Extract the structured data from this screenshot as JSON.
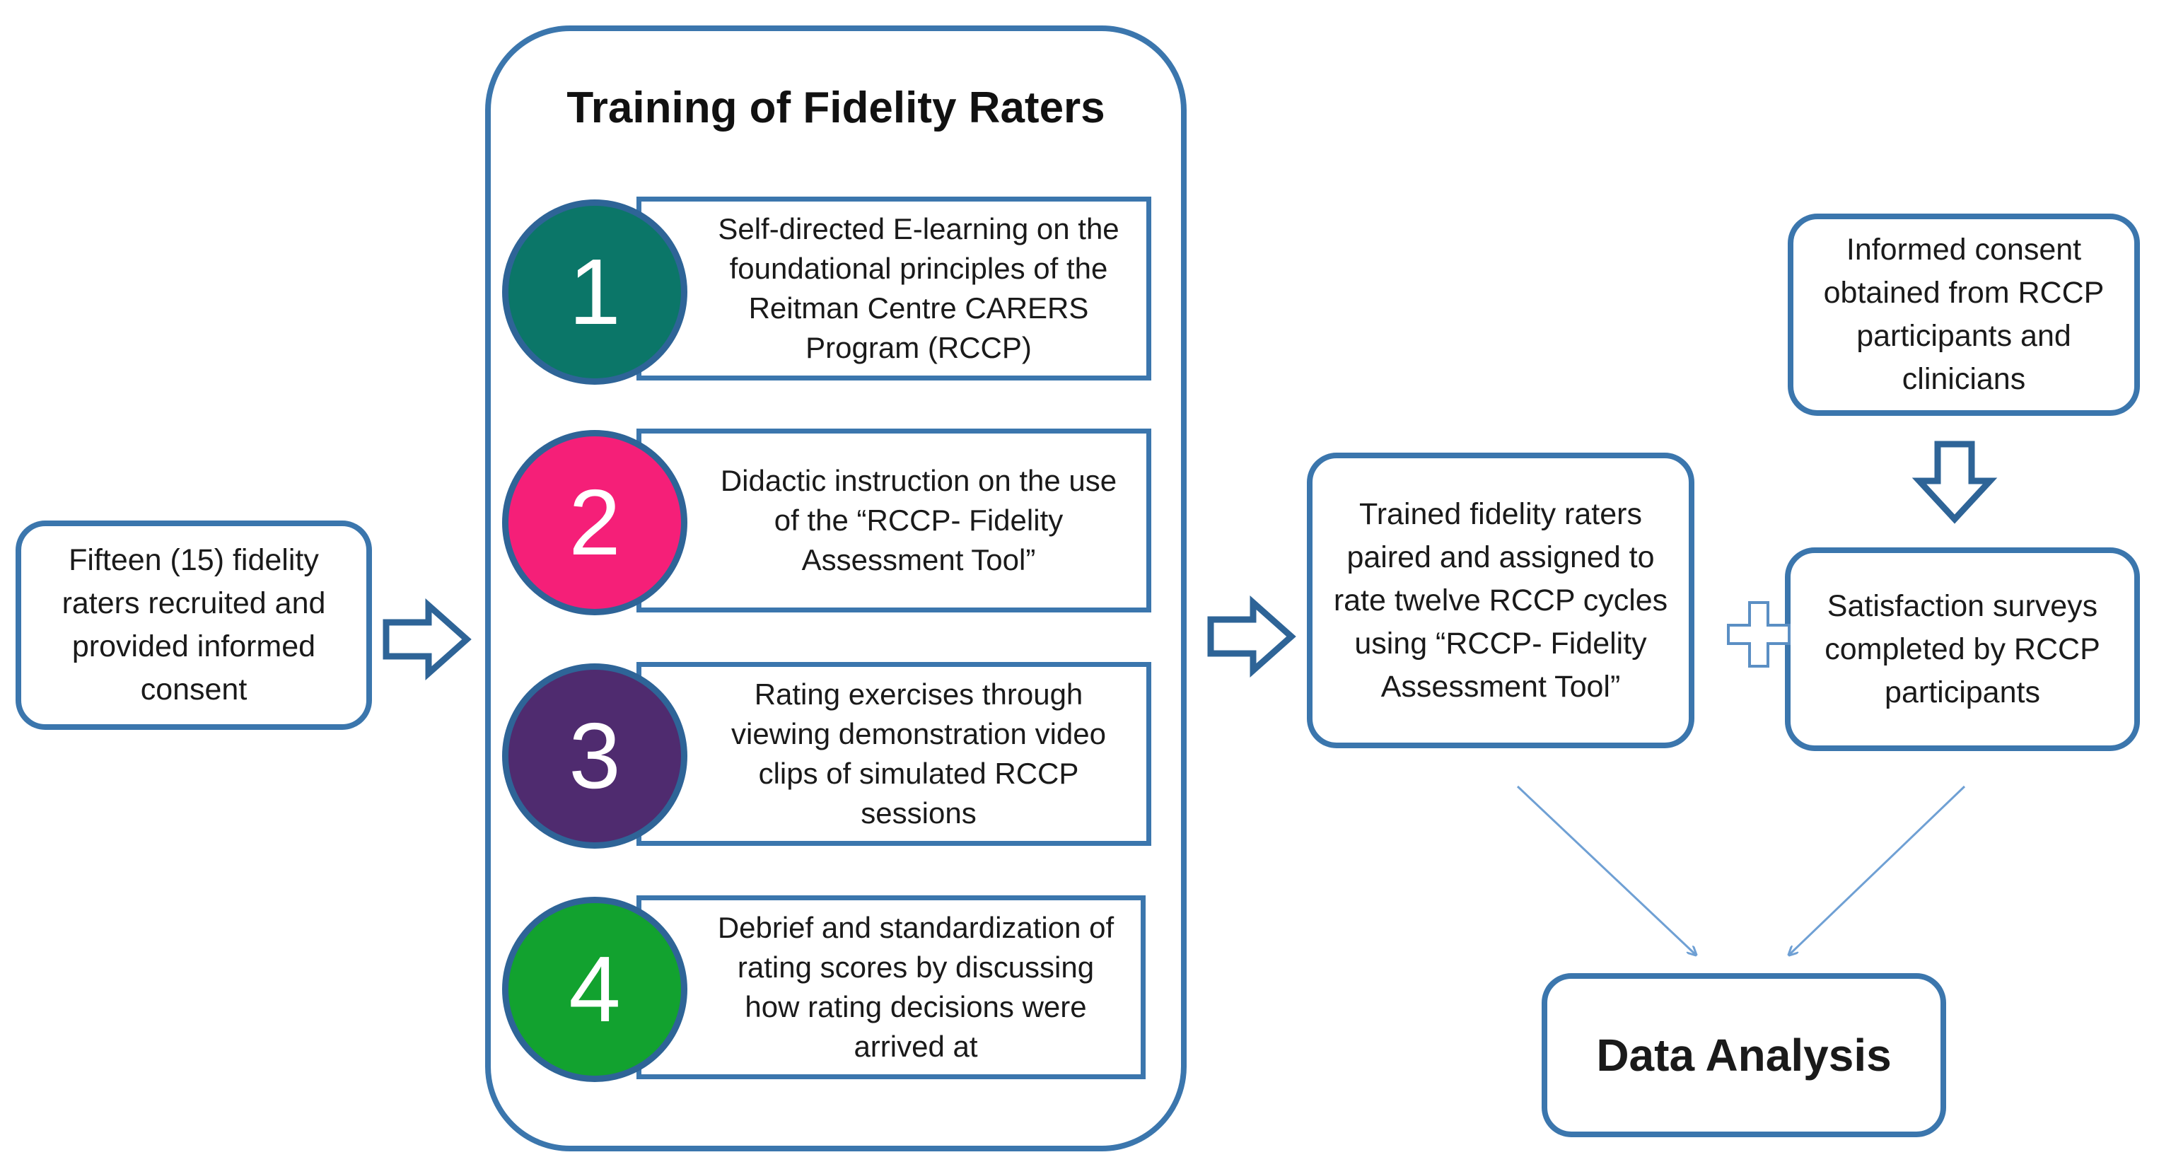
{
  "recruit": "Fifteen (15) fidelity raters recruited and provided informed consent",
  "training": {
    "title": "Training of Fidelity Raters",
    "steps": [
      {
        "number": "1",
        "text": "Self-directed E-learning on the foundational principles of the Reitman Centre CARERS Program (RCCP)",
        "color": "#0b7668"
      },
      {
        "number": "2",
        "text": "Didactic instruction on the use of the “RCCP- Fidelity Assessment Tool”",
        "color": "#f51f78"
      },
      {
        "number": "3",
        "text": "Rating exercises through viewing demonstration video clips of simulated RCCP sessions",
        "color": "#4f2b6f"
      },
      {
        "number": "4",
        "text": "Debrief and standardization of rating scores by discussing how rating decisions were arrived at",
        "color": "#12a22f"
      }
    ]
  },
  "assigned": "Trained fidelity raters paired and assigned to rate twelve RCCP cycles using “RCCP- Fidelity Assessment Tool”",
  "consent": "Informed consent obtained from RCCP participants and clinicians",
  "surveys": "Satisfaction surveys completed by RCCP participants",
  "analysis": "Data Analysis",
  "colors": {
    "border": "#3b76ad",
    "arrow": "#2e6497",
    "plus": "#5b8fc4",
    "line": "#6fa0d4"
  }
}
